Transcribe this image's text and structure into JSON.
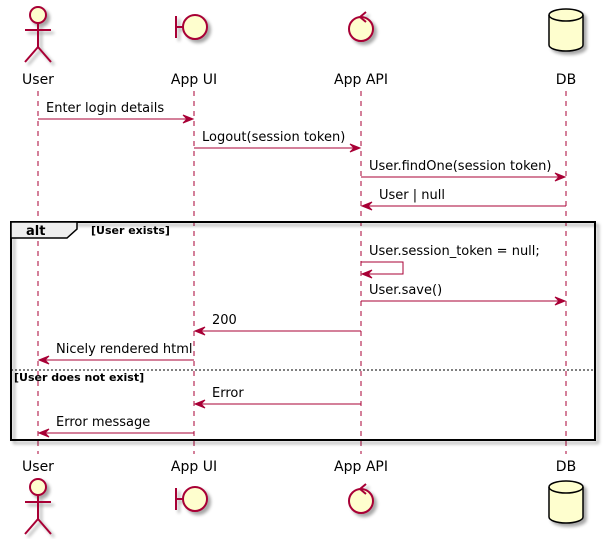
{
  "participants": [
    {
      "key": "user",
      "name": "User",
      "kind": "actor"
    },
    {
      "key": "ui",
      "name": "App UI",
      "kind": "boundary"
    },
    {
      "key": "api",
      "name": "App API",
      "kind": "control"
    },
    {
      "key": "db",
      "name": "DB",
      "kind": "database"
    }
  ],
  "messages": [
    {
      "from": "user",
      "to": "ui",
      "label": "Enter login details"
    },
    {
      "from": "ui",
      "to": "api",
      "label": "Logout(session token)"
    },
    {
      "from": "api",
      "to": "db",
      "label": "User.findOne(session token)"
    },
    {
      "from": "db",
      "to": "api",
      "label": "User | null"
    },
    {
      "from": "api",
      "to": "api",
      "label": "User.session_token = null;"
    },
    {
      "from": "api",
      "to": "db",
      "label": "User.save()"
    },
    {
      "from": "api",
      "to": "ui",
      "label": "200"
    },
    {
      "from": "ui",
      "to": "user",
      "label": "Nicely rendered html"
    },
    {
      "from": "api",
      "to": "ui",
      "label": "Error"
    },
    {
      "from": "ui",
      "to": "user",
      "label": "Error message"
    }
  ],
  "fragment": {
    "operator": "alt",
    "guard": "[User exists]",
    "else_guard": "[User does not exist]"
  },
  "colors": {
    "line": "#A80036",
    "fill": "#FEFECE",
    "frame": "#000000"
  }
}
